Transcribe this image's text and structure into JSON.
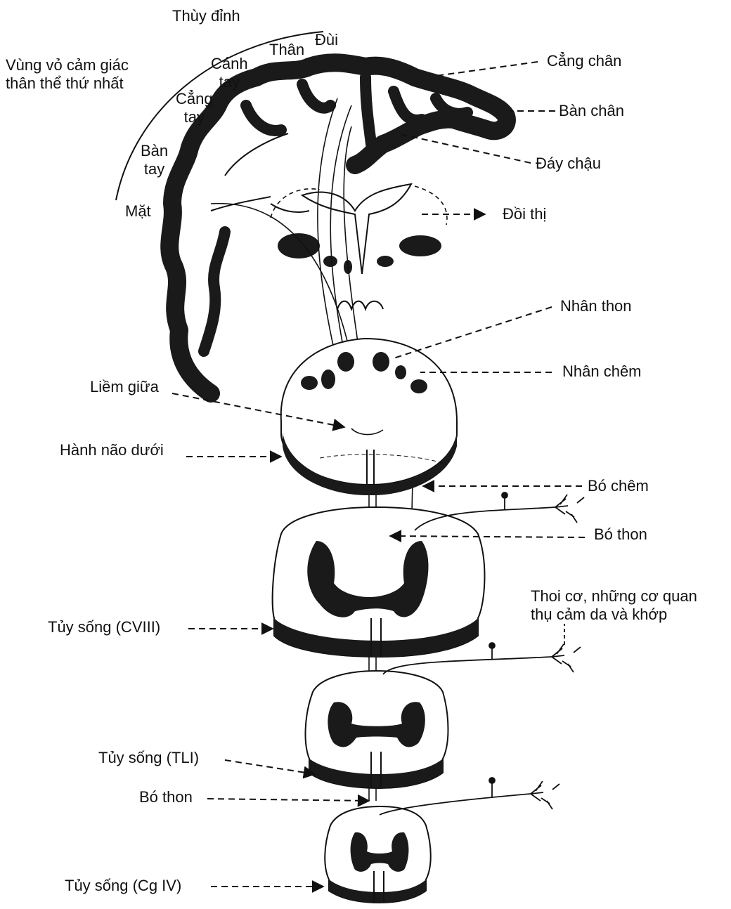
{
  "colors": {
    "ink": "#111111",
    "tissue": "#1a1a1a",
    "paper": "#ffffff"
  },
  "labels": {
    "parietal_lobe": "Thùy đỉnh",
    "somatosensory_cortex": "Vùng vỏ cảm giác\nthân thể thứ nhất",
    "trunk": "Thân",
    "thigh": "Đùi",
    "upper_arm": "Cánh\ntay",
    "forearm": "Cẳng\ntay",
    "hand": "Bàn\ntay",
    "face": "Mặt",
    "lower_leg": "Cẳng chân",
    "foot": "Bàn chân",
    "pelvic_floor": "Đáy chậu",
    "thalamus": "Đồi thị",
    "nucleus_gracilis": "Nhân thon",
    "nucleus_cuneatus": "Nhân chêm",
    "medial_lemniscus": "Liềm giữa",
    "lower_medulla": "Hành não dưới",
    "fasciculus_cuneatus": "Bó chêm",
    "fasciculus_gracilis_upper": "Bó thon",
    "receptors": "Thoi cơ, những cơ quan\nthụ cảm da và khớp",
    "spinal_c8": "Tủy sống (CVIII)",
    "spinal_t11": "Tủy sống (TLI)",
    "fasciculus_gracilis_lower": "Bó thon",
    "spinal_co4": "Tủy sống (Cg IV)"
  }
}
